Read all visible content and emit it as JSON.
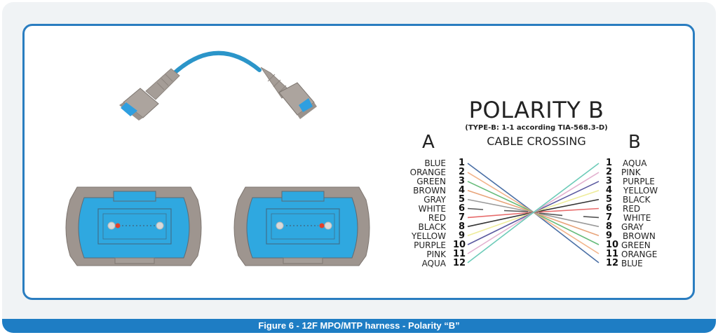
{
  "diagram": {
    "title": "POLARITY B",
    "subtitle": "(TYPE-B: 1-1 according TIA-568.3-D)",
    "crossing_label": "CABLE CROSSING",
    "side_a_label": "A",
    "side_b_label": "B",
    "side_a": [
      {
        "num": "1",
        "color_name": "BLUE",
        "hex": "#4a6fa5"
      },
      {
        "num": "2",
        "color_name": "ORANGE",
        "hex": "#f2b48a"
      },
      {
        "num": "3",
        "color_name": "GREEN",
        "hex": "#66bb7a"
      },
      {
        "num": "4",
        "color_name": "BROWN",
        "hex": "#e8a47a"
      },
      {
        "num": "5",
        "color_name": "GRAY",
        "hex": "#9a9a9a"
      },
      {
        "num": "6",
        "color_name": "WHITE",
        "hex": "#555555"
      },
      {
        "num": "7",
        "color_name": "RED",
        "hex": "#e76b6b"
      },
      {
        "num": "8",
        "color_name": "BLACK",
        "hex": "#333333"
      },
      {
        "num": "9",
        "color_name": "YELLOW",
        "hex": "#eeec9a"
      },
      {
        "num": "10",
        "color_name": "PURPLE",
        "hex": "#5b5aa0"
      },
      {
        "num": "11",
        "color_name": "PINK",
        "hex": "#e3b1cf"
      },
      {
        "num": "12",
        "color_name": "AQUA",
        "hex": "#6ccbb8"
      }
    ],
    "side_b": [
      {
        "num": "1",
        "color_name": "AQUA"
      },
      {
        "num": "2",
        "color_name": "PINK"
      },
      {
        "num": "3",
        "color_name": "PURPLE"
      },
      {
        "num": "4",
        "color_name": "YELLOW"
      },
      {
        "num": "5",
        "color_name": "BLACK"
      },
      {
        "num": "6",
        "color_name": "RED"
      },
      {
        "num": "7",
        "color_name": "WHITE"
      },
      {
        "num": "8",
        "color_name": "GRAY"
      },
      {
        "num": "9",
        "color_name": "BROWN"
      },
      {
        "num": "10",
        "color_name": "GREEN"
      },
      {
        "num": "11",
        "color_name": "ORANGE"
      },
      {
        "num": "12",
        "color_name": "BLUE"
      }
    ]
  },
  "caption": "Figure 6 - 12F MPO/MTP harness - Polarity “B”",
  "colors": {
    "frame_blue": "#2a7dc0",
    "footer_blue": "#1e7dc4",
    "page_bg": "#f0f3f5",
    "connector_blue": "#2fa8e0",
    "connector_gray": "#9e958f",
    "cable_blue": "#2b95c9"
  }
}
